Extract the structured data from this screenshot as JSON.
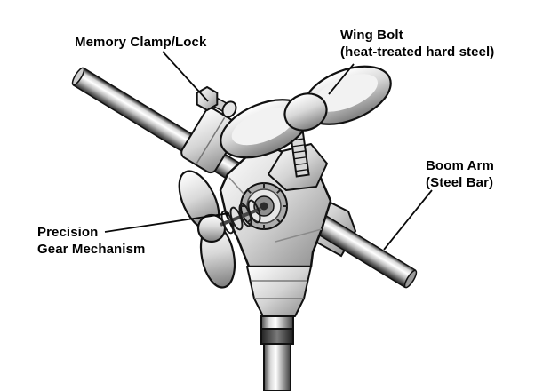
{
  "labels": {
    "memory_clamp": "Memory Clamp/Lock",
    "wing_bolt_line1": "Wing Bolt",
    "wing_bolt_line2": "(heat-treated hard steel)",
    "boom_arm_line1": "Boom Arm",
    "boom_arm_line2": "(Steel Bar)",
    "gear_line1": "Precision",
    "gear_line2": "Gear Mechanism"
  },
  "colors": {
    "background": "#ffffff",
    "ink": "#111111",
    "metal_light": "#ffffff",
    "metal_mid": "#cccccc",
    "metal_dark": "#4a4a4a"
  }
}
